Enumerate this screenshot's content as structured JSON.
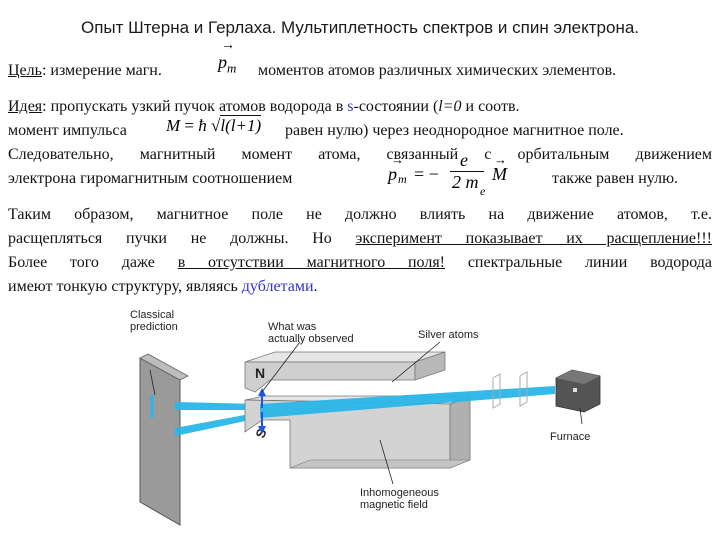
{
  "title": "Опыт Штерна и Герлаха. Мультиплетность спектров и спин электрона.",
  "goal": {
    "label": "Цель",
    "text_before": ": измерение магн.",
    "text_after": "моментов  атомов различных химических элементов."
  },
  "idea": {
    "label": "Идея",
    "line1_a": ": пропускать узкий пучок атомов водорода в ",
    "s": "s",
    "line1_b": "-состоянии (",
    "l0": "l=0",
    "line1_c": " и соотв.",
    "line2_a": "момент импульса",
    "line2_b": "равен нулю) через неоднородное магнитное поле.",
    "line3": "Следовательно, магнитный момент атома, связанный с орбитальным движением",
    "line4_a": "электрона гиромагнитным соотношением",
    "line4_b": "также равен нулю."
  },
  "conclusion": {
    "line1": "Таким образом, магнитное поле не должно влиять на движение атомов, т.е.",
    "line2_a": "расщепляться пучки не должны. Но ",
    "line2_u": "эксперимент показывает их расщепление!!!",
    "line3_a": "Более того даже ",
    "line3_u1": "в отсутствии магнитного поля!",
    "line3_b": " спектральные линии водорода",
    "line4_a": "имеют тонкую структуру, являясь ",
    "line4_blue": "дублетами",
    "line4_b": "."
  },
  "formulas": {
    "pm": "p",
    "pm_sub": "m",
    "M": "M",
    "hbar": "ħ",
    "sqrt_body": "l(l+1)",
    "eq_pm": "p",
    "eq_pm_sub": "m",
    "eq_frac_num": "e",
    "eq_frac_den": "2 m",
    "eq_frac_den_sub": "e",
    "eq_M": "M",
    "eq_sign": "= −"
  },
  "diagram": {
    "classical_prediction": [
      "Classical",
      "prediction"
    ],
    "what_observed": [
      "What was",
      "actually observed"
    ],
    "silver_atoms": "Silver atoms",
    "north": "N",
    "south": "S",
    "furnace": "Furnace",
    "inhomogeneous": [
      "Inhomogeneous",
      "magnetic field"
    ]
  },
  "colors": {
    "beam": "#29b6e8",
    "arrow": "#2255dd",
    "magnet": "#d8d8d8",
    "screen": "#9a9a9a"
  }
}
